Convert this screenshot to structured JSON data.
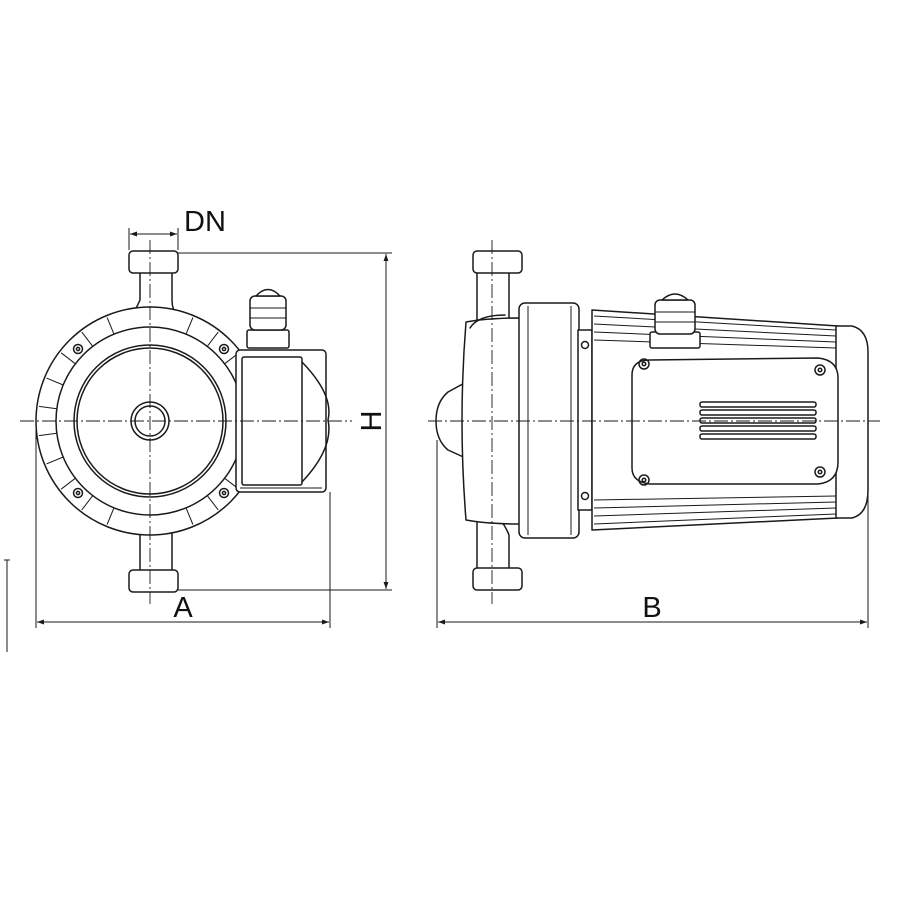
{
  "dimensions": {
    "dn": "DN",
    "h": "H",
    "a": "A",
    "b": "B"
  },
  "colors": {
    "line": "#1a1a1a",
    "background": "#ffffff"
  }
}
